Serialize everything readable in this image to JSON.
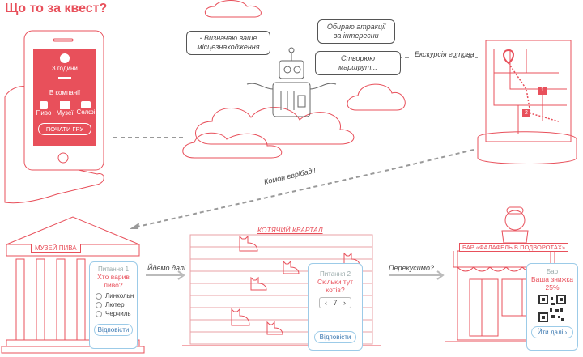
{
  "title": "Що то за квест?",
  "phone": {
    "items": [
      {
        "icon": "clock-icon",
        "label": "3 години"
      },
      {
        "icon": "people-icon",
        "label": "В компанії"
      },
      {
        "icon": "beer-icon",
        "label": "Пиво"
      },
      {
        "icon": "museum-icon",
        "label": "Музеї"
      },
      {
        "icon": "camera-icon",
        "label": "Селфі"
      }
    ],
    "start_button": "ПОЧАТИ ГРУ"
  },
  "robot": {
    "bubbles": {
      "location": "- Визначаю ваше місцезнаходження",
      "attractions": "Обираю атракції за інтересни",
      "route": "Створюю маршрут..."
    }
  },
  "labels": {
    "excursion_ready": "Екскурсія готова",
    "come_on": "Комон еврібаді!",
    "go_further": "Йдемо далі",
    "snack": "Перекусимо?"
  },
  "map": {
    "markers": [
      "1",
      "2"
    ]
  },
  "museum": {
    "sign": "МУЗЕЙ ПИВА",
    "card": {
      "header": "Питання 1",
      "question": "Хто варив пиво?",
      "options": [
        "Линкольн",
        "Лютер",
        "Черчиль"
      ],
      "button": "Відповісти"
    }
  },
  "cats": {
    "sign": "КОТЯЧИЙ КВАРТАЛ",
    "card": {
      "header": "Питання 2",
      "question": "Скільки тут котів?",
      "stepper_value": "7",
      "button": "Відповісти"
    }
  },
  "bar": {
    "sign": "БАР «ФАЛАФЕЛЬ В ПОДВОРОТАХ»",
    "card": {
      "header": "Бар",
      "discount_line1": "Ваша знижка",
      "discount_line2": "25%",
      "button": "Йти далі ›"
    }
  }
}
